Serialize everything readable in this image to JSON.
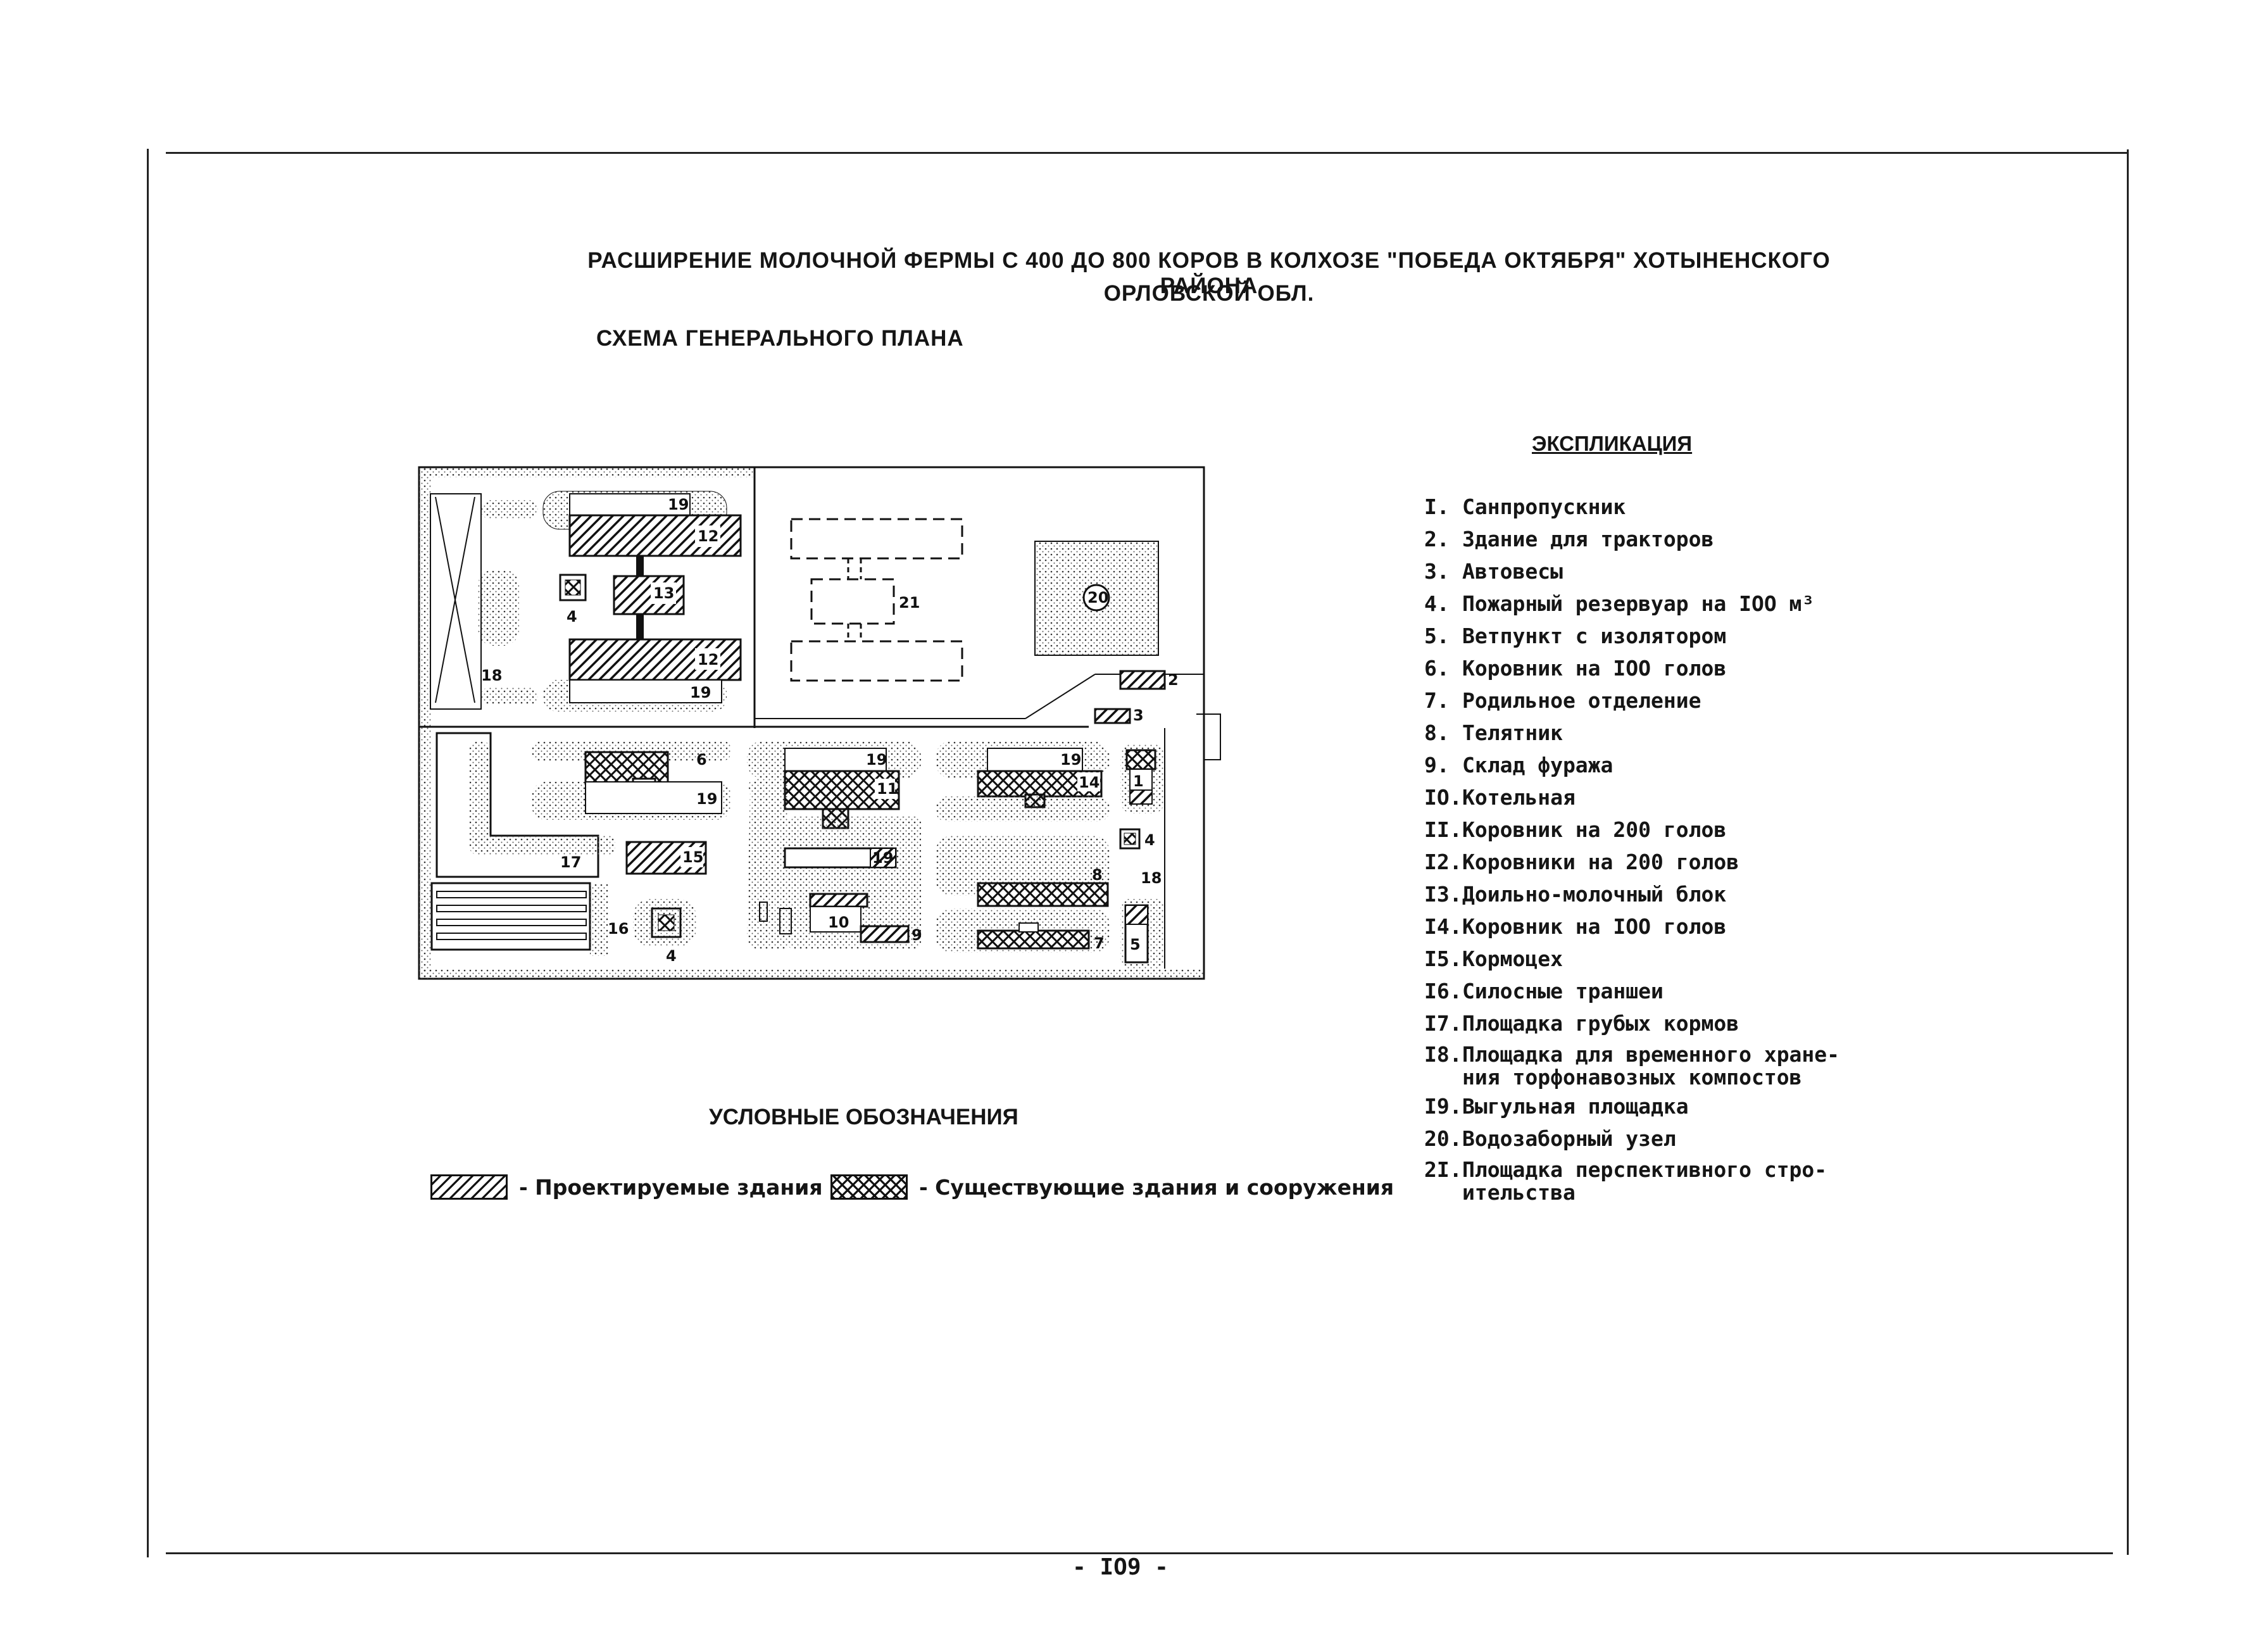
{
  "header": {
    "title_line1": "РАСШИРЕНИЕ МОЛОЧНОЙ ФЕРМЫ С 400 ДО 800 КОРОВ В КОЛХОЗЕ \"ПОБЕДА ОКТЯБРЯ\" ХОТЫНЕНСКОГО РАЙОНА",
    "title_line2": "ОРЛОВСКОЙ ОБЛ.",
    "subtitle": "СХЕМА ГЕНЕРАЛЬНОГО ПЛАНА"
  },
  "plan": {
    "labels": {
      "b1": "1",
      "b2": "2",
      "b3": "3",
      "b4a": "4",
      "b4b": "4",
      "b4c": "4",
      "b5": "5",
      "b6": "6",
      "b7": "7",
      "b8": "8",
      "b9": "9",
      "b10": "10",
      "b11": "11",
      "b12a": "12",
      "b12b": "12",
      "b13": "13",
      "b14": "14",
      "b15": "15",
      "b16": "16",
      "b17": "17",
      "b18a": "18",
      "b18b": "18",
      "b19a": "19",
      "b19b": "19",
      "b19c": "19",
      "b19d": "19",
      "b19e": "19",
      "b20": "20",
      "b21": "21"
    }
  },
  "legend": {
    "heading": "УСЛОВНЫЕ ОБОЗНАЧЕНИЯ",
    "designed": "- Проектируемые здания",
    "existing": "- Существующие здания и сооружения"
  },
  "explication": {
    "heading": "ЭКСПЛИКАЦИЯ",
    "items": [
      {
        "num": "I.",
        "text": "Санпропускник"
      },
      {
        "num": "2.",
        "text": "Здание для тракторов"
      },
      {
        "num": "3.",
        "text": "Автовесы"
      },
      {
        "num": "4.",
        "text": "Пожарный резервуар на IOO м³"
      },
      {
        "num": "5.",
        "text": "Ветпункт с изолятором"
      },
      {
        "num": "6.",
        "text": "Коровник на IOO голов"
      },
      {
        "num": "7.",
        "text": "Родильное отделение"
      },
      {
        "num": "8.",
        "text": "Телятник"
      },
      {
        "num": "9.",
        "text": "Склад фуража"
      },
      {
        "num": "IO.",
        "text": "Котельная"
      },
      {
        "num": "II.",
        "text": "Коровник на 200 голов"
      },
      {
        "num": "I2.",
        "text": "Коровники на 200 голов"
      },
      {
        "num": "I3.",
        "text": "Доильно-молочный блок"
      },
      {
        "num": "I4.",
        "text": "Коровник на IOO голов"
      },
      {
        "num": "I5.",
        "text": "Кормоцех"
      },
      {
        "num": "I6.",
        "text": "Силосные траншеи"
      },
      {
        "num": "I7.",
        "text": "Площадка грубых кормов"
      },
      {
        "num": "I8.",
        "text": "Площадка для временного хране-\nния торфонавозных компостов"
      },
      {
        "num": "I9.",
        "text": "Выгульная площадка"
      },
      {
        "num": "20.",
        "text": "Водозаборный узел"
      },
      {
        "num": "2I.",
        "text": "Площадка перспективного стро-\nительства"
      }
    ]
  },
  "footer": {
    "page_number": "- IO9 -"
  }
}
